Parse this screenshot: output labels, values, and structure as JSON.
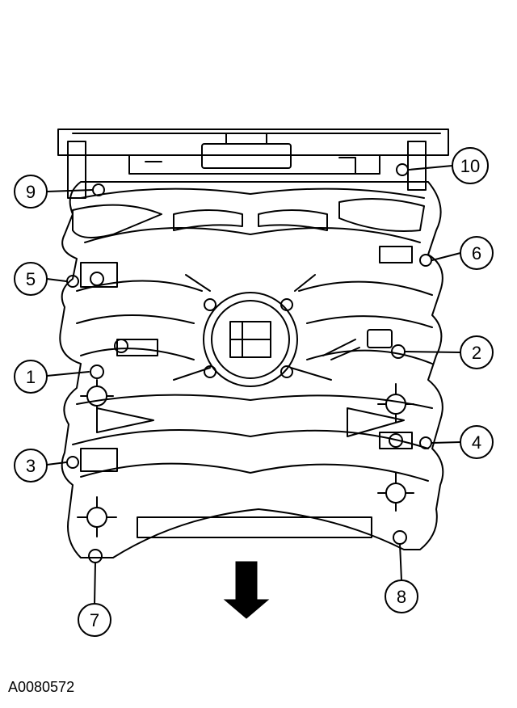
{
  "figure_id": "A0080572",
  "callouts": [
    {
      "label": "1"
    },
    {
      "label": "2"
    },
    {
      "label": "3"
    },
    {
      "label": "4"
    },
    {
      "label": "5"
    },
    {
      "label": "6"
    },
    {
      "label": "7"
    },
    {
      "label": "8"
    },
    {
      "label": "9"
    },
    {
      "label": "10"
    }
  ],
  "direction_arrow": "down-arrow-icon",
  "colors": {
    "ink": "#000000",
    "background": "#ffffff"
  }
}
